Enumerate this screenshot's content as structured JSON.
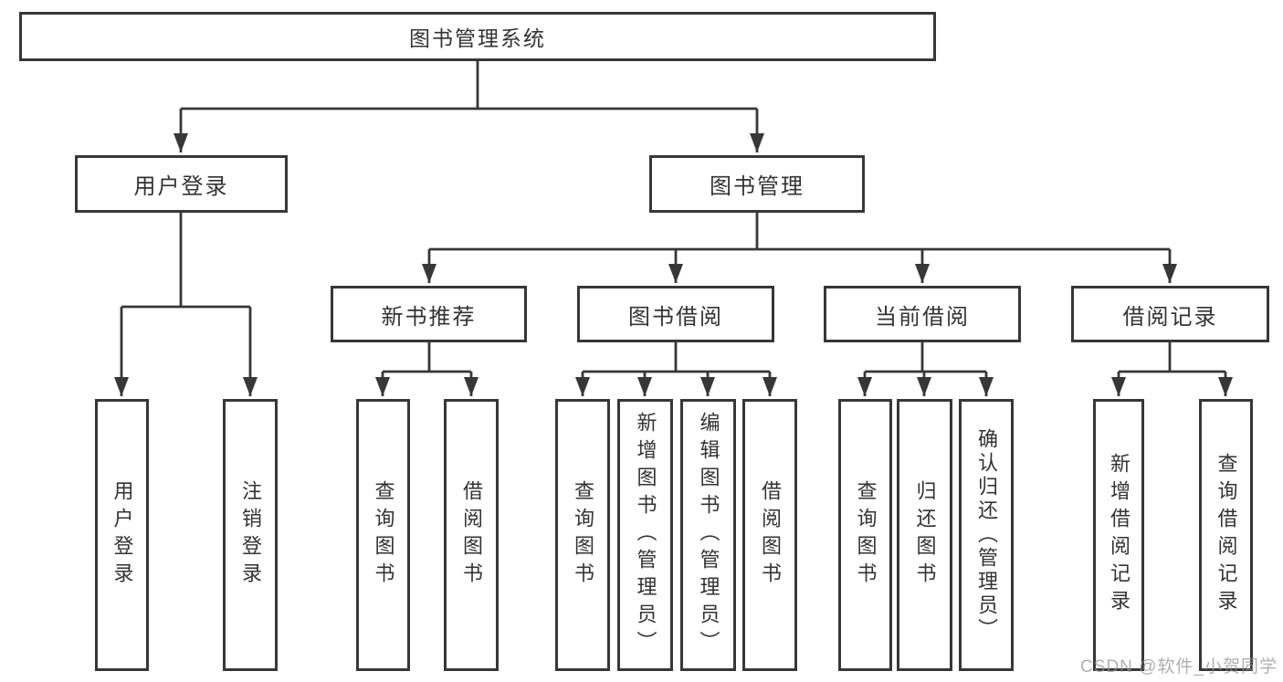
{
  "tree": {
    "root": {
      "label": "图书管理系统"
    },
    "branches": [
      {
        "label": "用户登录",
        "leaves": [
          {
            "label": "用户登录"
          },
          {
            "label": "注销登录"
          }
        ]
      },
      {
        "label": "图书管理",
        "sections": [
          {
            "label": "新书推荐",
            "leaves": [
              {
                "label": "查询图书"
              },
              {
                "label": "借阅图书"
              }
            ]
          },
          {
            "label": "图书借阅",
            "leaves": [
              {
                "label": "查询图书"
              },
              {
                "label": "新增图书（管理员）"
              },
              {
                "label": "编辑图书（管理员）"
              },
              {
                "label": "借阅图书"
              }
            ]
          },
          {
            "label": "当前借阅",
            "leaves": [
              {
                "label": "查询图书"
              },
              {
                "label": "归还图书"
              },
              {
                "label": "确认归还（管理员）"
              }
            ]
          },
          {
            "label": "借阅记录",
            "leaves": [
              {
                "label": "新增借阅记录"
              },
              {
                "label": "查询借阅记录"
              }
            ]
          }
        ]
      }
    ]
  },
  "watermark": "CSDN @软件_小贺同学",
  "colors": {
    "line": "#373737",
    "text": "#333333",
    "background": "#ffffff",
    "watermark": "#949494"
  }
}
